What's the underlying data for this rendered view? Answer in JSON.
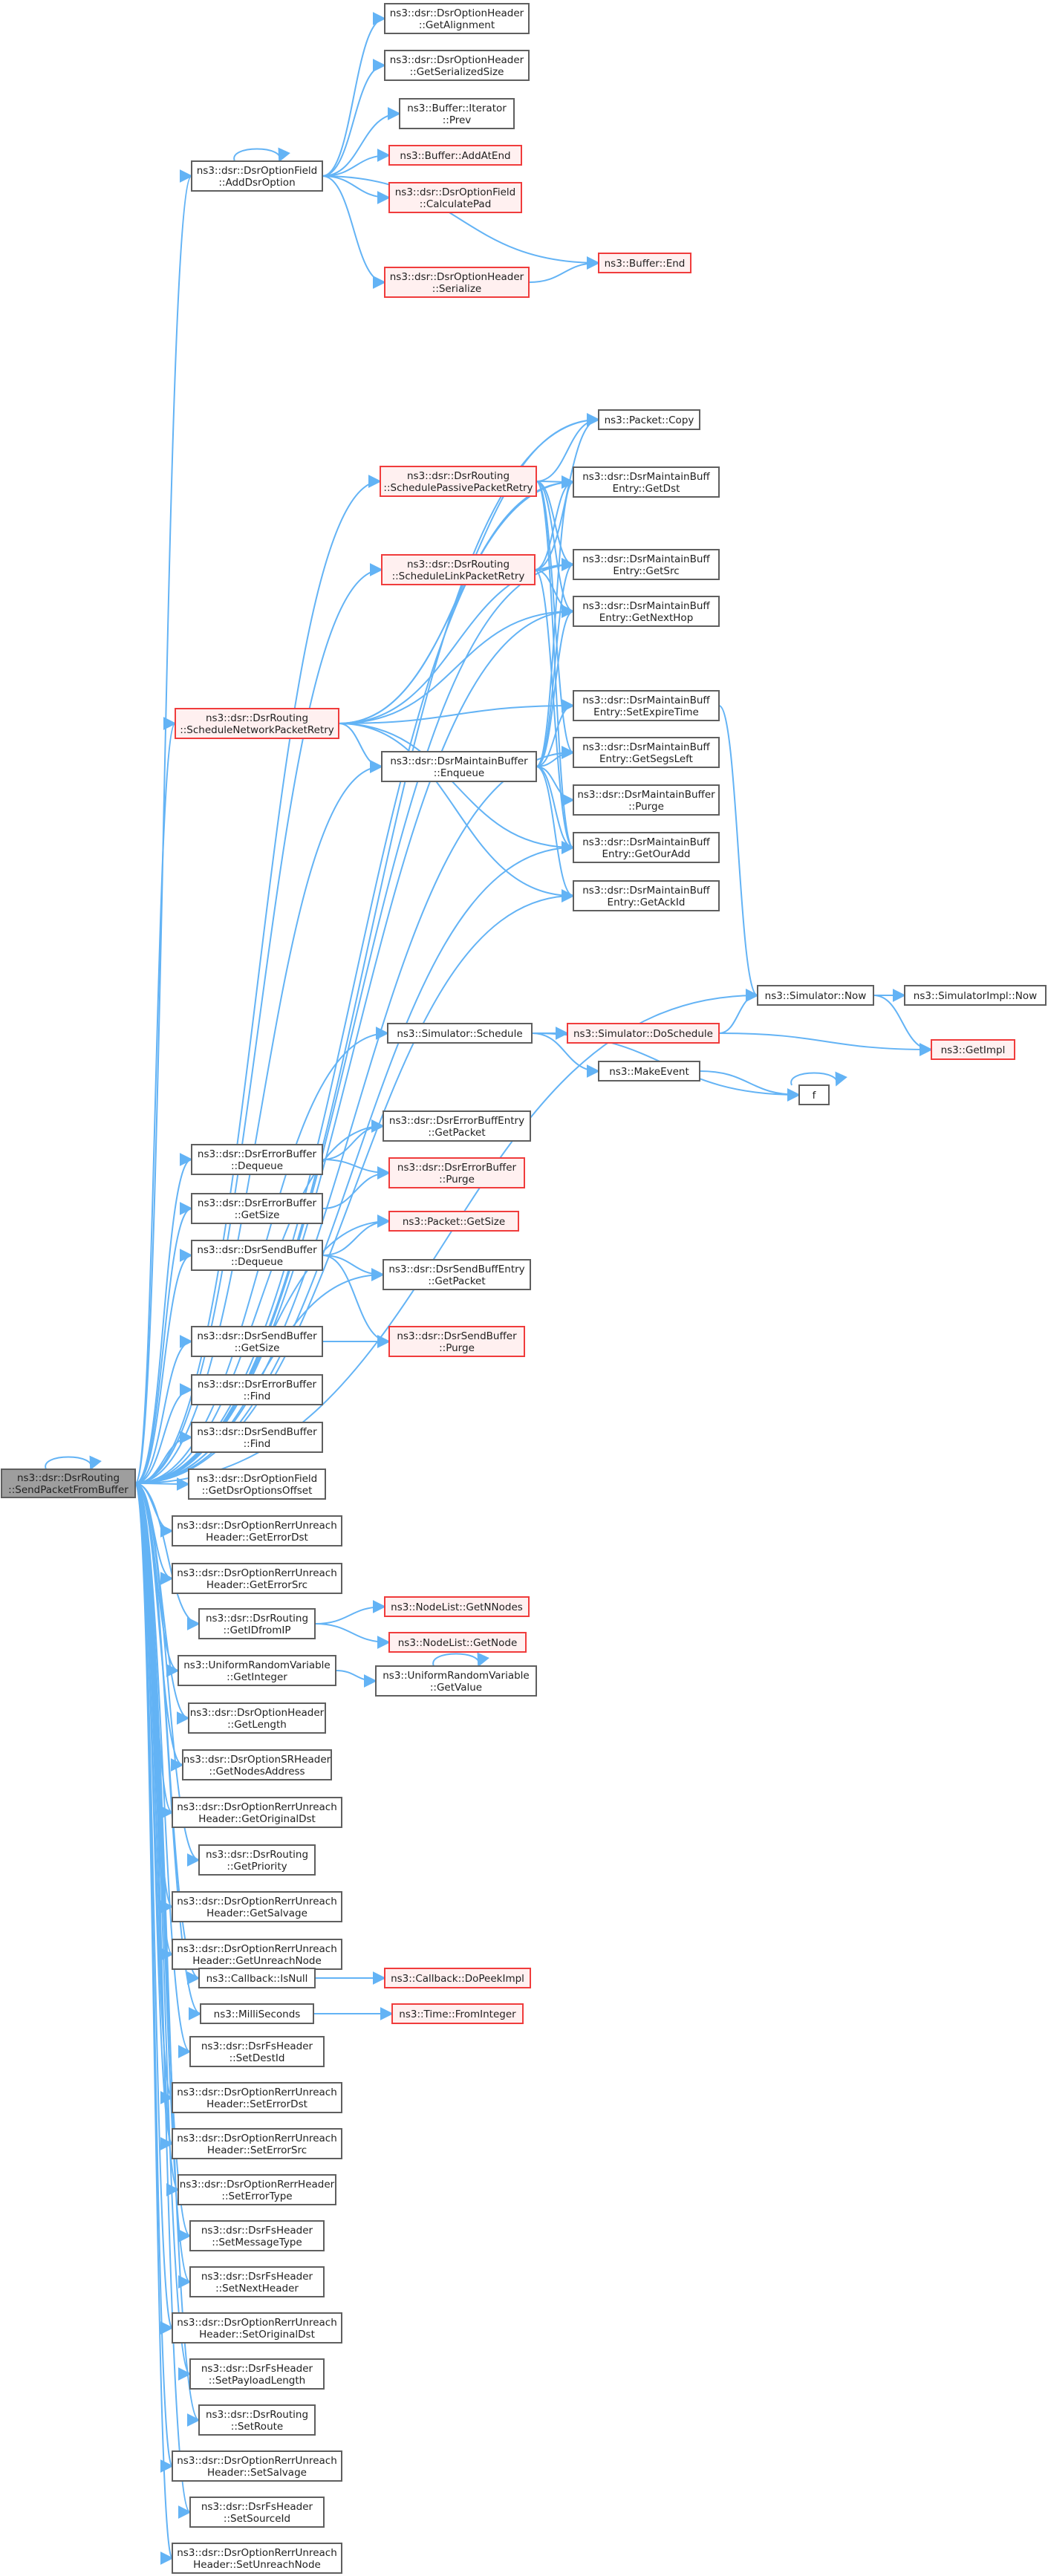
{
  "root": {
    "id": "root",
    "lines": [
      "ns3::dsr::DsrRouting",
      "::SendPacketFromBuffer"
    ]
  },
  "nodes": [
    {
      "id": "getAlignment",
      "lines": [
        "ns3::dsr::DsrOptionHeader",
        "::GetAlignment"
      ],
      "style": "normal"
    },
    {
      "id": "getSerializedSize",
      "lines": [
        "ns3::dsr::DsrOptionHeader",
        "::GetSerializedSize"
      ],
      "style": "normal"
    },
    {
      "id": "bufIterPrev",
      "lines": [
        "ns3::Buffer::Iterator",
        "::Prev"
      ],
      "style": "normal"
    },
    {
      "id": "addDsrOption",
      "lines": [
        "ns3::dsr::DsrOptionField",
        "::AddDsrOption"
      ],
      "style": "normal"
    },
    {
      "id": "bufAddAtEnd",
      "lines": [
        "ns3::Buffer::AddAtEnd"
      ],
      "style": "red"
    },
    {
      "id": "calcPad",
      "lines": [
        "ns3::dsr::DsrOptionField",
        "::CalculatePad"
      ],
      "style": "red"
    },
    {
      "id": "bufEnd",
      "lines": [
        "ns3::Buffer::End"
      ],
      "style": "red"
    },
    {
      "id": "serialize",
      "lines": [
        "ns3::dsr::DsrOptionHeader",
        "::Serialize"
      ],
      "style": "red"
    },
    {
      "id": "pktCopy",
      "lines": [
        "ns3::Packet::Copy"
      ],
      "style": "normal"
    },
    {
      "id": "schedPassive",
      "lines": [
        "ns3::dsr::DsrRouting",
        "::SchedulePassivePacketRetry"
      ],
      "style": "red"
    },
    {
      "id": "mbGetDst",
      "lines": [
        "ns3::dsr::DsrMaintainBuff",
        "Entry::GetDst"
      ],
      "style": "normal"
    },
    {
      "id": "schedLink",
      "lines": [
        "ns3::dsr::DsrRouting",
        "::ScheduleLinkPacketRetry"
      ],
      "style": "red"
    },
    {
      "id": "mbGetSrc",
      "lines": [
        "ns3::dsr::DsrMaintainBuff",
        "Entry::GetSrc"
      ],
      "style": "normal"
    },
    {
      "id": "mbGetNextHop",
      "lines": [
        "ns3::dsr::DsrMaintainBuff",
        "Entry::GetNextHop"
      ],
      "style": "normal"
    },
    {
      "id": "schedNetwork",
      "lines": [
        "ns3::dsr::DsrRouting",
        "::ScheduleNetworkPacketRetry"
      ],
      "style": "red"
    },
    {
      "id": "mbSetExpire",
      "lines": [
        "ns3::dsr::DsrMaintainBuff",
        "Entry::SetExpireTime"
      ],
      "style": "normal"
    },
    {
      "id": "mbEnqueue",
      "lines": [
        "ns3::dsr::DsrMaintainBuffer",
        "::Enqueue"
      ],
      "style": "normal"
    },
    {
      "id": "mbGetSegs",
      "lines": [
        "ns3::dsr::DsrMaintainBuff",
        "Entry::GetSegsLeft"
      ],
      "style": "normal"
    },
    {
      "id": "mbPurge",
      "lines": [
        "ns3::dsr::DsrMaintainBuffer",
        "::Purge"
      ],
      "style": "normal"
    },
    {
      "id": "mbGetOurAdd",
      "lines": [
        "ns3::dsr::DsrMaintainBuff",
        "Entry::GetOurAdd"
      ],
      "style": "normal"
    },
    {
      "id": "mbGetAckId",
      "lines": [
        "ns3::dsr::DsrMaintainBuff",
        "Entry::GetAckId"
      ],
      "style": "normal"
    },
    {
      "id": "simNow",
      "lines": [
        "ns3::Simulator::Now"
      ],
      "style": "normal"
    },
    {
      "id": "simImplNow",
      "lines": [
        "ns3::SimulatorImpl::Now"
      ],
      "style": "normal"
    },
    {
      "id": "simSchedule",
      "lines": [
        "ns3::Simulator::Schedule"
      ],
      "style": "normal"
    },
    {
      "id": "simDoSchedule",
      "lines": [
        "ns3::Simulator::DoSchedule"
      ],
      "style": "red"
    },
    {
      "id": "getImpl",
      "lines": [
        "ns3::GetImpl"
      ],
      "style": "red"
    },
    {
      "id": "makeEvent",
      "lines": [
        "ns3::MakeEvent"
      ],
      "style": "normal"
    },
    {
      "id": "fnF",
      "lines": [
        "f"
      ],
      "style": "normal"
    },
    {
      "id": "ebeGetPacket",
      "lines": [
        "ns3::dsr::DsrErrorBuffEntry",
        "::GetPacket"
      ],
      "style": "normal"
    },
    {
      "id": "ebDequeue",
      "lines": [
        "ns3::dsr::DsrErrorBuffer",
        "::Dequeue"
      ],
      "style": "normal"
    },
    {
      "id": "ebPurge",
      "lines": [
        "ns3::dsr::DsrErrorBuffer",
        "::Purge"
      ],
      "style": "red"
    },
    {
      "id": "ebGetSize",
      "lines": [
        "ns3::dsr::DsrErrorBuffer",
        "::GetSize"
      ],
      "style": "normal"
    },
    {
      "id": "pktGetSize",
      "lines": [
        "ns3::Packet::GetSize"
      ],
      "style": "red"
    },
    {
      "id": "sbDequeue",
      "lines": [
        "ns3::dsr::DsrSendBuffer",
        "::Dequeue"
      ],
      "style": "normal"
    },
    {
      "id": "sbeGetPacket",
      "lines": [
        "ns3::dsr::DsrSendBuffEntry",
        "::GetPacket"
      ],
      "style": "normal"
    },
    {
      "id": "sbGetSize",
      "lines": [
        "ns3::dsr::DsrSendBuffer",
        "::GetSize"
      ],
      "style": "normal"
    },
    {
      "id": "sbPurge",
      "lines": [
        "ns3::dsr::DsrSendBuffer",
        "::Purge"
      ],
      "style": "red"
    },
    {
      "id": "ebFind",
      "lines": [
        "ns3::dsr::DsrErrorBuffer",
        "::Find"
      ],
      "style": "normal"
    },
    {
      "id": "sbFind",
      "lines": [
        "ns3::dsr::DsrSendBuffer",
        "::Find"
      ],
      "style": "normal"
    },
    {
      "id": "getOptOffset",
      "lines": [
        "ns3::dsr::DsrOptionField",
        "::GetDsrOptionsOffset"
      ],
      "style": "normal"
    },
    {
      "id": "getErrorDst",
      "lines": [
        "ns3::dsr::DsrOptionRerrUnreach",
        "Header::GetErrorDst"
      ],
      "style": "normal"
    },
    {
      "id": "getErrorSrc",
      "lines": [
        "ns3::dsr::DsrOptionRerrUnreach",
        "Header::GetErrorSrc"
      ],
      "style": "normal"
    },
    {
      "id": "getNNodes",
      "lines": [
        "ns3::NodeList::GetNNodes"
      ],
      "style": "red"
    },
    {
      "id": "getIDfromIP",
      "lines": [
        "ns3::dsr::DsrRouting",
        "::GetIDfromIP"
      ],
      "style": "normal"
    },
    {
      "id": "getNode",
      "lines": [
        "ns3::NodeList::GetNode"
      ],
      "style": "red"
    },
    {
      "id": "urvGetInteger",
      "lines": [
        "ns3::UniformRandomVariable",
        "::GetInteger"
      ],
      "style": "normal"
    },
    {
      "id": "urvGetValue",
      "lines": [
        "ns3::UniformRandomVariable",
        "::GetValue"
      ],
      "style": "normal"
    },
    {
      "id": "getLength",
      "lines": [
        "ns3::dsr::DsrOptionHeader",
        "::GetLength"
      ],
      "style": "normal"
    },
    {
      "id": "getNodesAddress",
      "lines": [
        "ns3::dsr::DsrOptionSRHeader",
        "::GetNodesAddress"
      ],
      "style": "normal"
    },
    {
      "id": "getOriginalDst",
      "lines": [
        "ns3::dsr::DsrOptionRerrUnreach",
        "Header::GetOriginalDst"
      ],
      "style": "normal"
    },
    {
      "id": "getPriority",
      "lines": [
        "ns3::dsr::DsrRouting",
        "::GetPriority"
      ],
      "style": "normal"
    },
    {
      "id": "getSalvage",
      "lines": [
        "ns3::dsr::DsrOptionRerrUnreach",
        "Header::GetSalvage"
      ],
      "style": "normal"
    },
    {
      "id": "getUnreachNode",
      "lines": [
        "ns3::dsr::DsrOptionRerrUnreach",
        "Header::GetUnreachNode"
      ],
      "style": "normal"
    },
    {
      "id": "cbIsNull",
      "lines": [
        "ns3::Callback::IsNull"
      ],
      "style": "normal"
    },
    {
      "id": "cbDoPeekImpl",
      "lines": [
        "ns3::Callback::DoPeekImpl"
      ],
      "style": "red"
    },
    {
      "id": "milliSeconds",
      "lines": [
        "ns3::MilliSeconds"
      ],
      "style": "normal"
    },
    {
      "id": "timeFromInteger",
      "lines": [
        "ns3::Time::FromInteger"
      ],
      "style": "red"
    },
    {
      "id": "fsSetDestId",
      "lines": [
        "ns3::dsr::DsrFsHeader",
        "::SetDestId"
      ],
      "style": "normal"
    },
    {
      "id": "setErrorDst",
      "lines": [
        "ns3::dsr::DsrOptionRerrUnreach",
        "Header::SetErrorDst"
      ],
      "style": "normal"
    },
    {
      "id": "setErrorSrc",
      "lines": [
        "ns3::dsr::DsrOptionRerrUnreach",
        "Header::SetErrorSrc"
      ],
      "style": "normal"
    },
    {
      "id": "setErrorType",
      "lines": [
        "ns3::dsr::DsrOptionRerrHeader",
        "::SetErrorType"
      ],
      "style": "normal"
    },
    {
      "id": "fsSetMessageType",
      "lines": [
        "ns3::dsr::DsrFsHeader",
        "::SetMessageType"
      ],
      "style": "normal"
    },
    {
      "id": "fsSetNextHeader",
      "lines": [
        "ns3::dsr::DsrFsHeader",
        "::SetNextHeader"
      ],
      "style": "normal"
    },
    {
      "id": "setOriginalDst",
      "lines": [
        "ns3::dsr::DsrOptionRerrUnreach",
        "Header::SetOriginalDst"
      ],
      "style": "normal"
    },
    {
      "id": "fsSetPayloadLength",
      "lines": [
        "ns3::dsr::DsrFsHeader",
        "::SetPayloadLength"
      ],
      "style": "normal"
    },
    {
      "id": "setRoute",
      "lines": [
        "ns3::dsr::DsrRouting",
        "::SetRoute"
      ],
      "style": "normal"
    },
    {
      "id": "setSalvage",
      "lines": [
        "ns3::dsr::DsrOptionRerrUnreach",
        "Header::SetSalvage"
      ],
      "style": "normal"
    },
    {
      "id": "fsSetSourceId",
      "lines": [
        "ns3::dsr::DsrFsHeader",
        "::SetSourceId"
      ],
      "style": "normal"
    },
    {
      "id": "setUnreachNode",
      "lines": [
        "ns3::dsr::DsrOptionRerrUnreach",
        "Header::SetUnreachNode"
      ],
      "style": "normal"
    }
  ],
  "edges": [
    [
      "root",
      "root"
    ],
    [
      "root",
      "addDsrOption"
    ],
    [
      "root",
      "pktCopy"
    ],
    [
      "root",
      "schedPassive"
    ],
    [
      "root",
      "mbGetDst"
    ],
    [
      "root",
      "schedLink"
    ],
    [
      "root",
      "mbGetSrc"
    ],
    [
      "root",
      "mbGetNextHop"
    ],
    [
      "root",
      "schedNetwork"
    ],
    [
      "root",
      "mbEnqueue"
    ],
    [
      "root",
      "mbGetSegs"
    ],
    [
      "root",
      "mbGetOurAdd"
    ],
    [
      "root",
      "mbGetAckId"
    ],
    [
      "root",
      "simNow"
    ],
    [
      "root",
      "simSchedule"
    ],
    [
      "root",
      "ebeGetPacket"
    ],
    [
      "root",
      "ebDequeue"
    ],
    [
      "root",
      "ebGetSize"
    ],
    [
      "root",
      "pktGetSize"
    ],
    [
      "root",
      "sbDequeue"
    ],
    [
      "root",
      "sbeGetPacket"
    ],
    [
      "root",
      "sbGetSize"
    ],
    [
      "root",
      "ebFind"
    ],
    [
      "root",
      "sbFind"
    ],
    [
      "root",
      "getOptOffset"
    ],
    [
      "root",
      "getErrorDst"
    ],
    [
      "root",
      "getErrorSrc"
    ],
    [
      "root",
      "getIDfromIP"
    ],
    [
      "root",
      "urvGetInteger"
    ],
    [
      "root",
      "getLength"
    ],
    [
      "root",
      "getNodesAddress"
    ],
    [
      "root",
      "getOriginalDst"
    ],
    [
      "root",
      "getPriority"
    ],
    [
      "root",
      "getSalvage"
    ],
    [
      "root",
      "getUnreachNode"
    ],
    [
      "root",
      "cbIsNull"
    ],
    [
      "root",
      "milliSeconds"
    ],
    [
      "root",
      "fsSetDestId"
    ],
    [
      "root",
      "setErrorDst"
    ],
    [
      "root",
      "setErrorSrc"
    ],
    [
      "root",
      "setErrorType"
    ],
    [
      "root",
      "fsSetMessageType"
    ],
    [
      "root",
      "fsSetNextHeader"
    ],
    [
      "root",
      "setOriginalDst"
    ],
    [
      "root",
      "fsSetPayloadLength"
    ],
    [
      "root",
      "setRoute"
    ],
    [
      "root",
      "setSalvage"
    ],
    [
      "root",
      "fsSetSourceId"
    ],
    [
      "root",
      "setUnreachNode"
    ],
    [
      "addDsrOption",
      "addDsrOption"
    ],
    [
      "addDsrOption",
      "getAlignment"
    ],
    [
      "addDsrOption",
      "getSerializedSize"
    ],
    [
      "addDsrOption",
      "bufIterPrev"
    ],
    [
      "addDsrOption",
      "bufAddAtEnd"
    ],
    [
      "addDsrOption",
      "calcPad"
    ],
    [
      "addDsrOption",
      "bufEnd"
    ],
    [
      "addDsrOption",
      "serialize"
    ],
    [
      "serialize",
      "bufEnd"
    ],
    [
      "schedPassive",
      "pktCopy"
    ],
    [
      "schedPassive",
      "mbGetDst"
    ],
    [
      "schedPassive",
      "mbGetSrc"
    ],
    [
      "schedPassive",
      "mbGetNextHop"
    ],
    [
      "schedPassive",
      "mbGetSegs"
    ],
    [
      "schedPassive",
      "mbGetOurAdd"
    ],
    [
      "schedLink",
      "pktCopy"
    ],
    [
      "schedLink",
      "mbGetDst"
    ],
    [
      "schedLink",
      "mbGetSrc"
    ],
    [
      "schedLink",
      "mbGetNextHop"
    ],
    [
      "schedLink",
      "mbGetOurAdd"
    ],
    [
      "schedNetwork",
      "pktCopy"
    ],
    [
      "schedNetwork",
      "mbGetDst"
    ],
    [
      "schedNetwork",
      "mbGetNextHop"
    ],
    [
      "schedNetwork",
      "mbSetExpire"
    ],
    [
      "schedNetwork",
      "mbEnqueue"
    ],
    [
      "schedNetwork",
      "mbGetSrc"
    ],
    [
      "schedNetwork",
      "mbGetOurAdd"
    ],
    [
      "schedNetwork",
      "mbGetAckId"
    ],
    [
      "mbEnqueue",
      "mbGetDst"
    ],
    [
      "mbEnqueue",
      "mbGetSrc"
    ],
    [
      "mbEnqueue",
      "mbGetNextHop"
    ],
    [
      "mbEnqueue",
      "mbSetExpire"
    ],
    [
      "mbEnqueue",
      "mbGetSegs"
    ],
    [
      "mbEnqueue",
      "mbPurge"
    ],
    [
      "mbEnqueue",
      "mbGetOurAdd"
    ],
    [
      "mbEnqueue",
      "mbGetAckId"
    ],
    [
      "mbSetExpire",
      "simNow"
    ],
    [
      "simNow",
      "simImplNow"
    ],
    [
      "simNow",
      "getImpl"
    ],
    [
      "simSchedule",
      "simDoSchedule"
    ],
    [
      "simSchedule",
      "makeEvent"
    ],
    [
      "simSchedule",
      "fnF"
    ],
    [
      "simDoSchedule",
      "simNow"
    ],
    [
      "simDoSchedule",
      "getImpl"
    ],
    [
      "makeEvent",
      "fnF"
    ],
    [
      "fnF",
      "fnF"
    ],
    [
      "ebDequeue",
      "ebeGetPacket"
    ],
    [
      "ebDequeue",
      "ebPurge"
    ],
    [
      "ebGetSize",
      "ebPurge"
    ],
    [
      "sbDequeue",
      "pktGetSize"
    ],
    [
      "sbDequeue",
      "sbeGetPacket"
    ],
    [
      "sbDequeue",
      "sbPurge"
    ],
    [
      "sbGetSize",
      "sbPurge"
    ],
    [
      "getIDfromIP",
      "getNNodes"
    ],
    [
      "getIDfromIP",
      "getNode"
    ],
    [
      "urvGetInteger",
      "urvGetValue"
    ],
    [
      "urvGetValue",
      "urvGetValue"
    ],
    [
      "cbIsNull",
      "cbDoPeekImpl"
    ],
    [
      "milliSeconds",
      "timeFromInteger"
    ]
  ]
}
